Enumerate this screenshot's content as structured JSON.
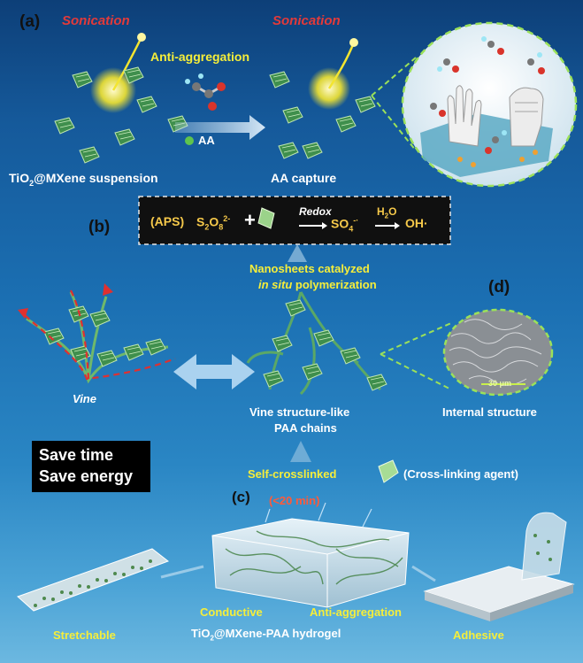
{
  "panels": {
    "a": "(a)",
    "b": "(b)",
    "c": "(c)",
    "d": "(d)"
  },
  "panel_a": {
    "sonication_left": "Sonication",
    "sonication_right": "Sonication",
    "anti_aggregation": "Anti-aggregation",
    "aa_legend": "AA",
    "suspension_prefix": "TiO",
    "suspension_sub": "2",
    "suspension_suffix": "@MXene suspension",
    "aa_capture": "AA capture"
  },
  "reaction": {
    "aps": "(APS)",
    "s2o8": "S",
    "s2o8_sub1": "2",
    "s2o8_mid": "O",
    "s2o8_sub2": "8",
    "s2o8_sup": "2-",
    "plus": "+",
    "redox": "Redox",
    "so4": "SO",
    "so4_sub": "4",
    "so4_sup": "-·",
    "h2o": "H",
    "h2o_sub": "2",
    "h2o_suffix": "O",
    "oh": "OH·"
  },
  "panel_b": {
    "nanosheets_line1": "Nanosheets catalyzed",
    "nanosheets_line2_italic": "in situ",
    "nanosheets_line2_rest": " polymerization",
    "vine": "Vine",
    "chains_line1": "Vine structure-like",
    "chains_line2": "PAA chains"
  },
  "panel_d": {
    "scale": "30 μm",
    "internal": "Internal structure"
  },
  "save": {
    "line1": "Save time",
    "line2": "Save energy"
  },
  "panel_c": {
    "self_crosslinked": "Self-crosslinked",
    "crosslinking_agent": "(Cross-linking agent)",
    "time": "(<20 min)",
    "conductive": "Conductive",
    "anti_aggregation": "Anti-aggregation",
    "hydrogel_prefix": "TiO",
    "hydrogel_sub": "2",
    "hydrogel_suffix": "@MXene-PAA hydrogel",
    "stretchable": "Stretchable",
    "adhesive": "Adhesive"
  },
  "colors": {
    "yellow": "#f6ee3a",
    "red": "#e23a3a",
    "sheet": "#3c8a4a",
    "dashed": "#9be15a"
  }
}
